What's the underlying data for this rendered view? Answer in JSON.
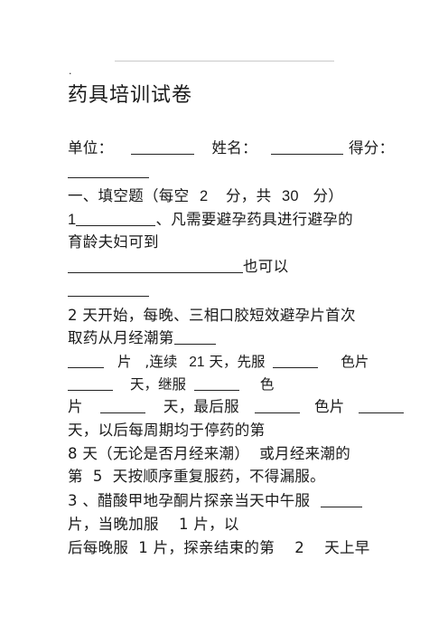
{
  "header_mark": ".",
  "title": "药具培训试卷",
  "fields": {
    "unit": "单位：",
    "name": "姓名：",
    "score": "得分："
  },
  "section1": {
    "heading": "一、填空题（每空",
    "per": "2",
    "mid": "分，共",
    "total": "30",
    "unit": "分）"
  },
  "q1": {
    "num": "1",
    "text_a": "、凡需要避孕药具进行避孕的",
    "text_b": "育龄夫妇可到",
    "text_c": "也可以"
  },
  "q2": {
    "line1": "2 天开始，每晚、三相口胶短效避孕片首次",
    "line2": "取药从月经潮第",
    "line3_a": "片",
    "line3_b": ",连续",
    "line3_c": "21",
    "line3_d": "天，先服",
    "line3_e": "色片",
    "line4_a": "天，继服",
    "line4_b": "色",
    "line5_a": "片",
    "line5_b": "天，最后服",
    "line5_c": "色片",
    "line6": "天，以后每周期均于停药的第",
    "line7": "8 天（无论是否月经来潮）  或月经来潮的",
    "line8": "第  5  天按顺序重复服药，不得漏服。"
  },
  "q3": {
    "line1": "3 、醋酸甲地孕酮片探亲当天中午服",
    "line2": "片，当晚加服    1 片，以",
    "line3": "后每晚服  1 片，探亲结束的第    2    天上早"
  }
}
